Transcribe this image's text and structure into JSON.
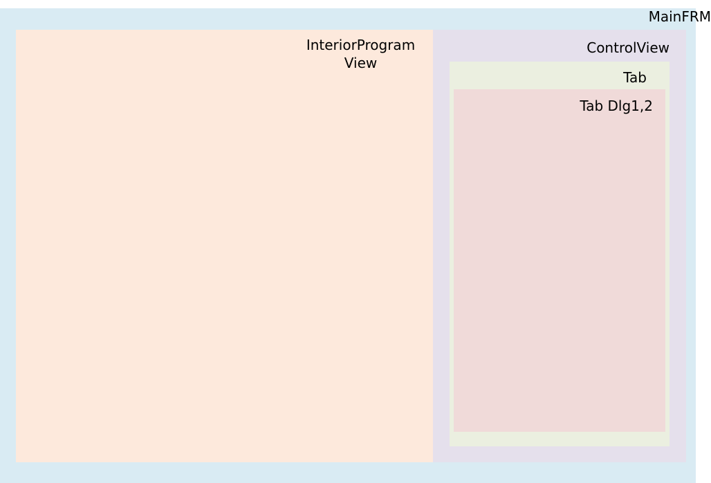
{
  "diagram": {
    "main_frame": {
      "label": "MainFRM",
      "color": "#d9ebf3"
    },
    "interior_program_view": {
      "label": "InteriorProgram\nView",
      "color": "#fde9dc"
    },
    "control_view": {
      "label": "ControlView",
      "color": "#e5e0ec"
    },
    "tab": {
      "label": "Tab",
      "color": "#ebefe0"
    },
    "tab_dialog": {
      "label": "Tab Dlg1,2",
      "color": "#f0dad9"
    }
  }
}
